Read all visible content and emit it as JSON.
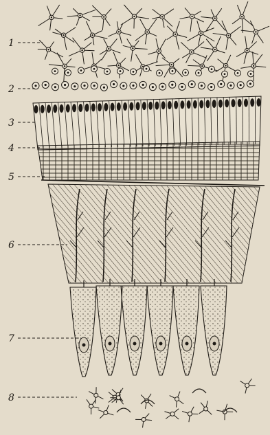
{
  "figure": {
    "background": "#e4dccb",
    "ink": "#1e1a15",
    "labels": [
      "1",
      "2",
      "3",
      "4",
      "5",
      "6",
      "7",
      "8"
    ]
  }
}
